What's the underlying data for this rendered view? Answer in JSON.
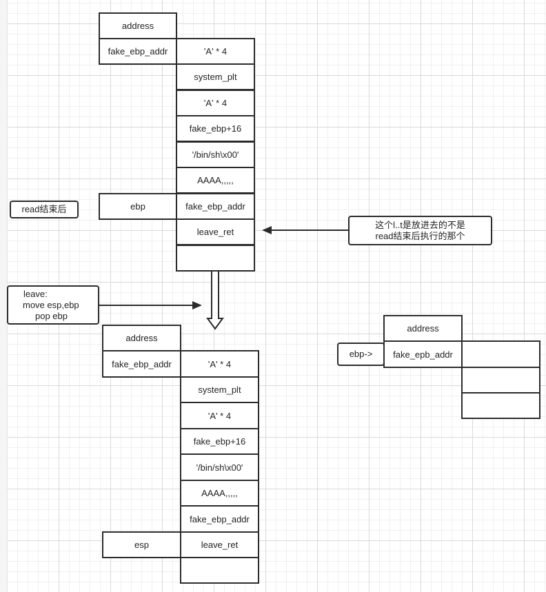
{
  "stack_top": {
    "cells": [
      "'A' * 4",
      "system_plt",
      "'A' * 4",
      "fake_ebp+16",
      "'/bin/sh\\x00'",
      "AAAA,,,,,",
      "fake_ebp_addr",
      "leave_ret",
      ""
    ],
    "labels": [
      "address",
      "fake_ebp_addr",
      "ebp"
    ]
  },
  "stack_bottom": {
    "cells": [
      "'A' * 4",
      "system_plt",
      "'A' * 4",
      "fake_ebp+16",
      "'/bin/sh\\x00'",
      "AAAA,,,,,",
      "fake_ebp_addr",
      "leave_ret",
      ""
    ],
    "labels": [
      "address",
      "fake_ebp_addr",
      "esp"
    ]
  },
  "stack_right": {
    "cells": [
      "",
      "",
      ""
    ],
    "labels": [
      "address",
      "fake_epb_addr"
    ],
    "pointer": "ebp->"
  },
  "notes": {
    "read_done": "read结束后",
    "leave_title": "leave:",
    "leave_line1": "move esp,ebp",
    "leave_line2": "pop ebp",
    "comment_line1": "这个l..t是放进去的不是",
    "comment_line2": "read结束后执行的那个"
  }
}
